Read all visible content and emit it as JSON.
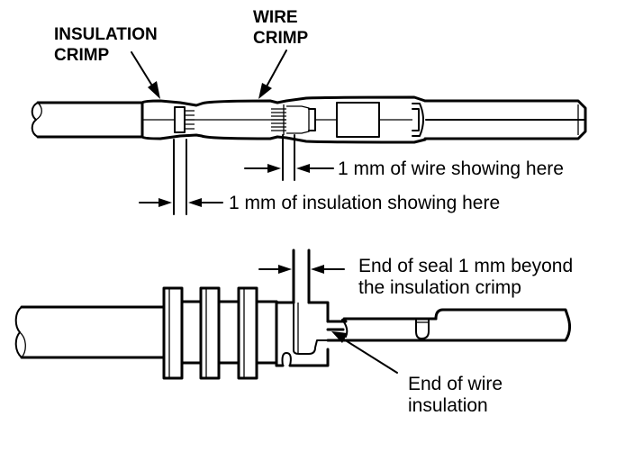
{
  "figure": {
    "top_view": {
      "labels": {
        "insulation_crimp_line1": "INSULATION",
        "insulation_crimp_line2": "CRIMP",
        "wire_crimp_line1": "WIRE",
        "wire_crimp_line2": "CRIMP"
      },
      "annotations": {
        "wire_showing": "1 mm of wire showing here",
        "insulation_showing": "1 mm of insulation showing here"
      }
    },
    "bottom_view": {
      "annotations": {
        "seal_line1": "End of seal 1 mm beyond",
        "seal_line2": "the insulation crimp",
        "wire_insulation_line1": "End of wire",
        "wire_insulation_line2": "insulation"
      }
    },
    "colors": {
      "ink": "#000000",
      "background": "#ffffff"
    }
  }
}
